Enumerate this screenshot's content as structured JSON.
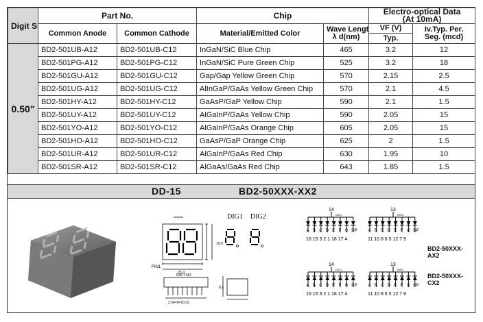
{
  "headers": {
    "digit_size": "Digit Size",
    "part_no": "Part No.",
    "chip": "Chip",
    "eo_line1": "Electro-optical Data",
    "eo_line2": "(At 10mA)",
    "common_anode": "Common Anode",
    "common_cathode": "Common Cathode",
    "material": "Material/Emitted Color",
    "wave_line1": "Wave Length",
    "wave_line2": "λ d(nm)",
    "vf": "VF (V)",
    "vf_sub": "Typ.",
    "iv_line1": "Iv.Typ. Per.",
    "iv_line2": "Seg. (mcd)"
  },
  "digit_size_value": "0.50\"",
  "rows": [
    {
      "anode": "BD2-501UB-A12",
      "cathode": "BD2-501UB-C12",
      "material": "InGaN/SiC  Blue Chip",
      "wave": "465",
      "vf": "3.2",
      "iv": "12"
    },
    {
      "anode": "BD2-501PG-A12",
      "cathode": "BD2-501PG-C12",
      "material": "InGaN/SiC Pure Green Chip",
      "wave": "525",
      "vf": "3.2",
      "iv": "18"
    },
    {
      "anode": "BD2-501GU-A12",
      "cathode": "BD2-501GU-C12",
      "material": "Gap/Gap Yellow Green  Chip",
      "wave": "570",
      "vf": "2.15",
      "iv": "2.5"
    },
    {
      "anode": "BD2-501UG-A12",
      "cathode": "BD2-501UG-C12",
      "material": "AlInGaP/GaAs Yellow Green Chip",
      "wave": "570",
      "vf": "2.1",
      "iv": "4.5"
    },
    {
      "anode": "BD2-501HY-A12",
      "cathode": "BD2-501HY-C12",
      "material": "GaAsP/GaP Yellow  Chip",
      "wave": "590",
      "vf": "2.1",
      "iv": "1.5"
    },
    {
      "anode": "BD2-501UY-A12",
      "cathode": "BD2-501UY-C12",
      "material": "AlGaInP/GaAs Yellow  Chip",
      "wave": "590",
      "vf": "2.05",
      "iv": "15"
    },
    {
      "anode": "BD2-501YO-A12",
      "cathode": "BD2-501YO-C12",
      "material": "AlGaInP/GaAs Orange  Chip",
      "wave": "605",
      "vf": "2.05",
      "iv": "15"
    },
    {
      "anode": "BD2-501HO-A12",
      "cathode": "BD2-501HO-C12",
      "material": "GaAsP/GaP Orange  Chip",
      "wave": "625",
      "vf": "2",
      "iv": "1.5"
    },
    {
      "anode": "BD2-501UR-A12",
      "cathode": "BD2-501UR-C12",
      "material": "AlGaInP/GaAs Red  Chip",
      "wave": "630",
      "vf": "1.95",
      "iv": "10"
    },
    {
      "anode": "BD2-501SR-A12",
      "cathode": "BD2-501SR-C12",
      "material": "AlGaAs/GaAs Red Chip",
      "wave": "643",
      "vf": "1.85",
      "iv": "1.5"
    }
  ],
  "banner": {
    "package": "DD-15",
    "series": "BD2-50XXX-XX2"
  },
  "drawing": {
    "dig1": "DIG1",
    "dig2": "DIG2",
    "pin1": "PIN1",
    "part_no_label": "PART NO",
    "dim_pitch": "2.54×8=20.32",
    "dim_depth": "8.2",
    "dim_width": "25.0",
    "dim_height": "19.0",
    "anode_label": "BD2-50XXX-AX2",
    "cathode_label": "BD2-50XXX-CX2",
    "common_left": "14",
    "common_right": "13",
    "seg_letters": [
      "A",
      "B",
      "C",
      "D",
      "E",
      "F",
      "G",
      "DP"
    ],
    "pins_left": "16 15 3 2 1 18 17 4",
    "pins_right": "11 10 8 6 5 12 7 9",
    "dig_tag": "DIG1",
    "dig_tag2": "DIG2"
  }
}
